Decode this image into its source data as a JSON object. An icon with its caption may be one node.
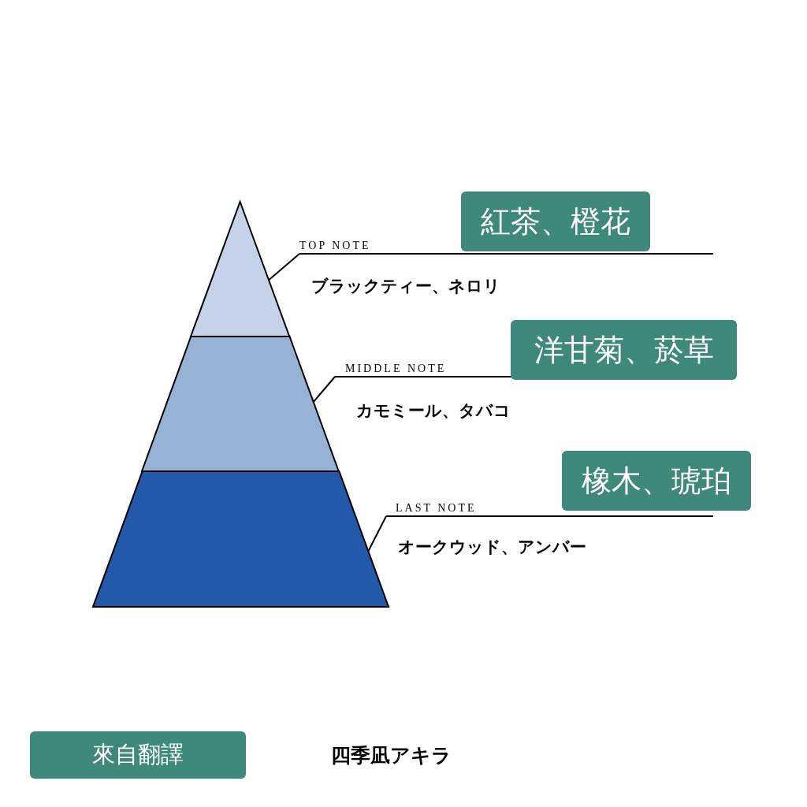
{
  "diagram": {
    "caption": "四季凪アキラ",
    "nodes": [
      {
        "text": [],
        "shape": "triangle"
      },
      {
        "text": [],
        "shape": "trapezoid"
      },
      {
        "text": [],
        "shape": "trapezoid"
      },
      {
        "text": [
          "紅茶、橙花"
        ]
      },
      {
        "text": [
          "TOP NOTE",
          "ブラックティー、ネロリ"
        ]
      },
      {
        "text": [
          "洋甘菊、菸草"
        ]
      },
      {
        "text": [
          "MIDDLE NOTE",
          "カモミール、タバコ"
        ]
      },
      {
        "text": [
          "橡木、琥珀"
        ]
      },
      {
        "text": [
          "LAST NOTE",
          "オークウッド、アンバー"
        ]
      },
      {
        "text": [
          "來自翻譯"
        ]
      }
    ],
    "edges": [
      {
        "from": 4,
        "to": 0,
        "arrow": "none"
      },
      {
        "from": 6,
        "to": 1,
        "arrow": "none"
      },
      {
        "from": 8,
        "to": 2,
        "arrow": "none"
      }
    ]
  }
}
